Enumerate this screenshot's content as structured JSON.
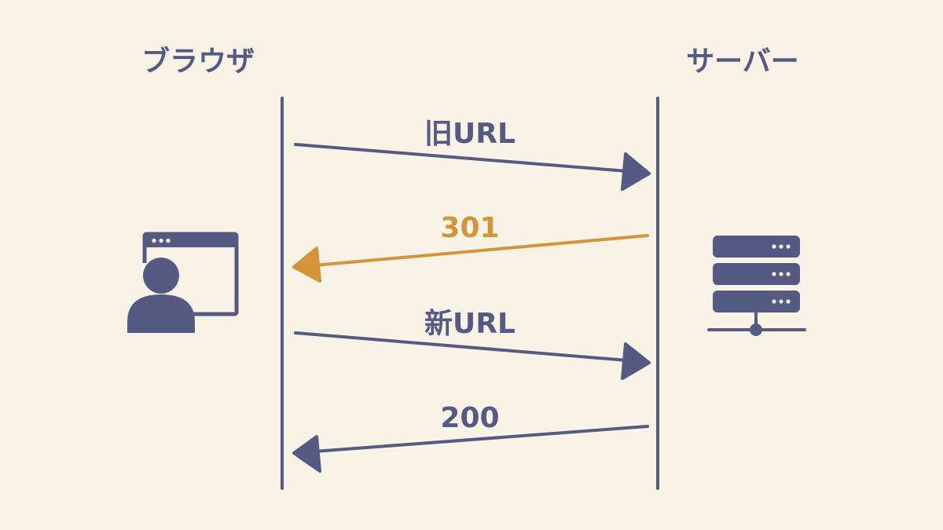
{
  "colors": {
    "background": "#f8f3e6",
    "primary": "#555a82",
    "accent": "#d4943a"
  },
  "participants": {
    "left": {
      "label": "ブラウザ",
      "icon": "browser-user-icon"
    },
    "right": {
      "label": "サーバー",
      "icon": "server-icon"
    }
  },
  "messages": [
    {
      "label": "旧URL",
      "direction": "right",
      "color": "primary"
    },
    {
      "label": "301",
      "direction": "left",
      "color": "accent"
    },
    {
      "label": "新URL",
      "direction": "right",
      "color": "primary"
    },
    {
      "label": "200",
      "direction": "left",
      "color": "primary"
    }
  ]
}
